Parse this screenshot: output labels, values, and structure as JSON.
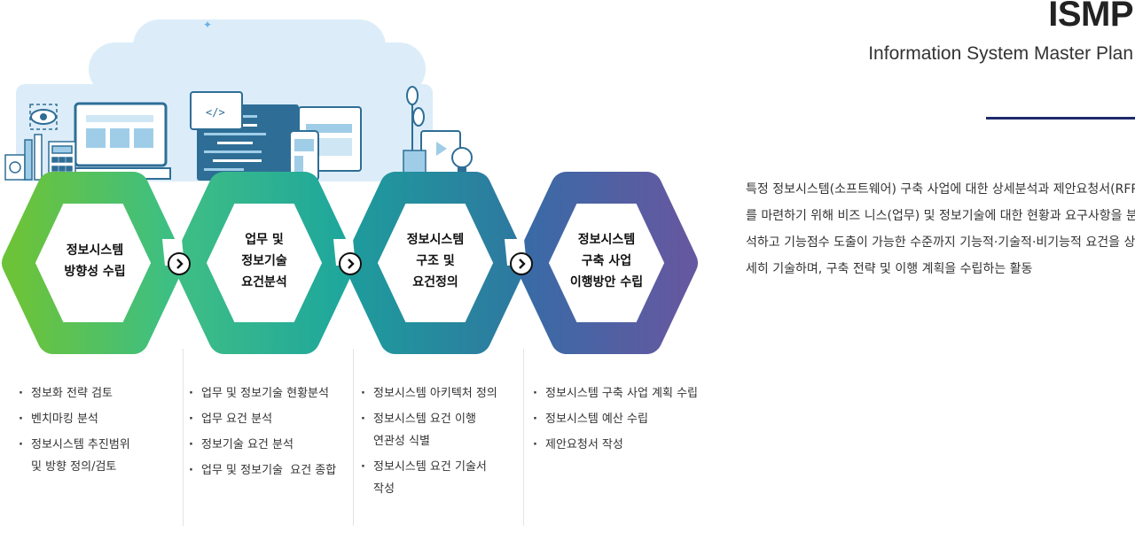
{
  "header": {
    "title": "ISMP",
    "subtitle": "Information System Master Plan"
  },
  "description": "특정 정보시스템(소프트웨어) 구축 사업에 대한 상세분석과 제안요청서(RFP)를 마련하기 위해 비즈 니스(업무) 및 정보기술에 대한 현황과 요구사항을 분석하고 기능점수 도출이 가능한 수준까지 기능적·기술적·비기능적 요건을 상세히 기술하며, 구축 전략 및 이행 계획을 수립하는 활동",
  "steps": [
    {
      "label": "정보시스템\n방향성 수립",
      "items": [
        "정보화 전략 검토",
        "벤치마킹 분석",
        "정보시스템 추진범위\n및 방향 정의/검토"
      ]
    },
    {
      "label": "업무 및\n정보기술\n요건분석",
      "items": [
        "업무 및 정보기술 현황분석",
        "업무 요건 분석",
        "정보기술 요건 분석",
        "업무 및 정보기술  요건 종합"
      ]
    },
    {
      "label": "정보시스템\n구조 및\n요건정의",
      "items": [
        "정보시스템 아키텍처 정의",
        "정보시스템 요건 이행\n연관성 식별",
        "정보시스템 요건 기술서\n작성"
      ]
    },
    {
      "label": "정보시스템\n구축 사업\n이행방안 수립",
      "items": [
        "정보시스템 구축 사업 계획 수립",
        "정보시스템 예산 수립",
        "제안요청서 작성"
      ]
    }
  ],
  "colors": {
    "hex1_from": "#6cc33a",
    "hex1_to": "#3dbf83",
    "hex2_from": "#3dbd86",
    "hex2_to": "#1fa79c",
    "hex3_from": "#1f9a9c",
    "hex3_to": "#2d7aa0",
    "hex4_from": "#3a6aa6",
    "hex4_to": "#6458a0",
    "title_line": "#1f2a6b",
    "cloud": "#dcedf9"
  }
}
